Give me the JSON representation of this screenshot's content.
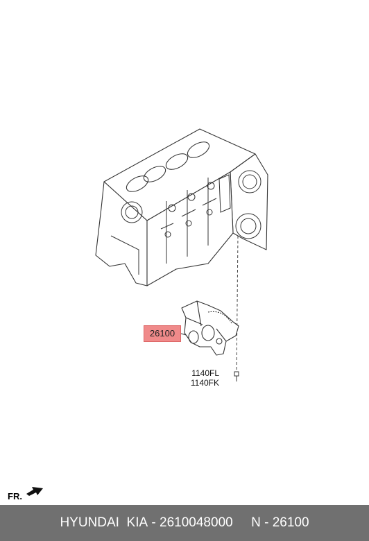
{
  "diagram": {
    "callout_part": "26100",
    "bolt_codes": [
      "1140FL",
      "1140FK"
    ],
    "direction_label": "FR."
  },
  "footer": {
    "brand": "HYUNDAI",
    "brand2": "KIA",
    "part_number": "2610048000",
    "ref": "N - 26100"
  }
}
